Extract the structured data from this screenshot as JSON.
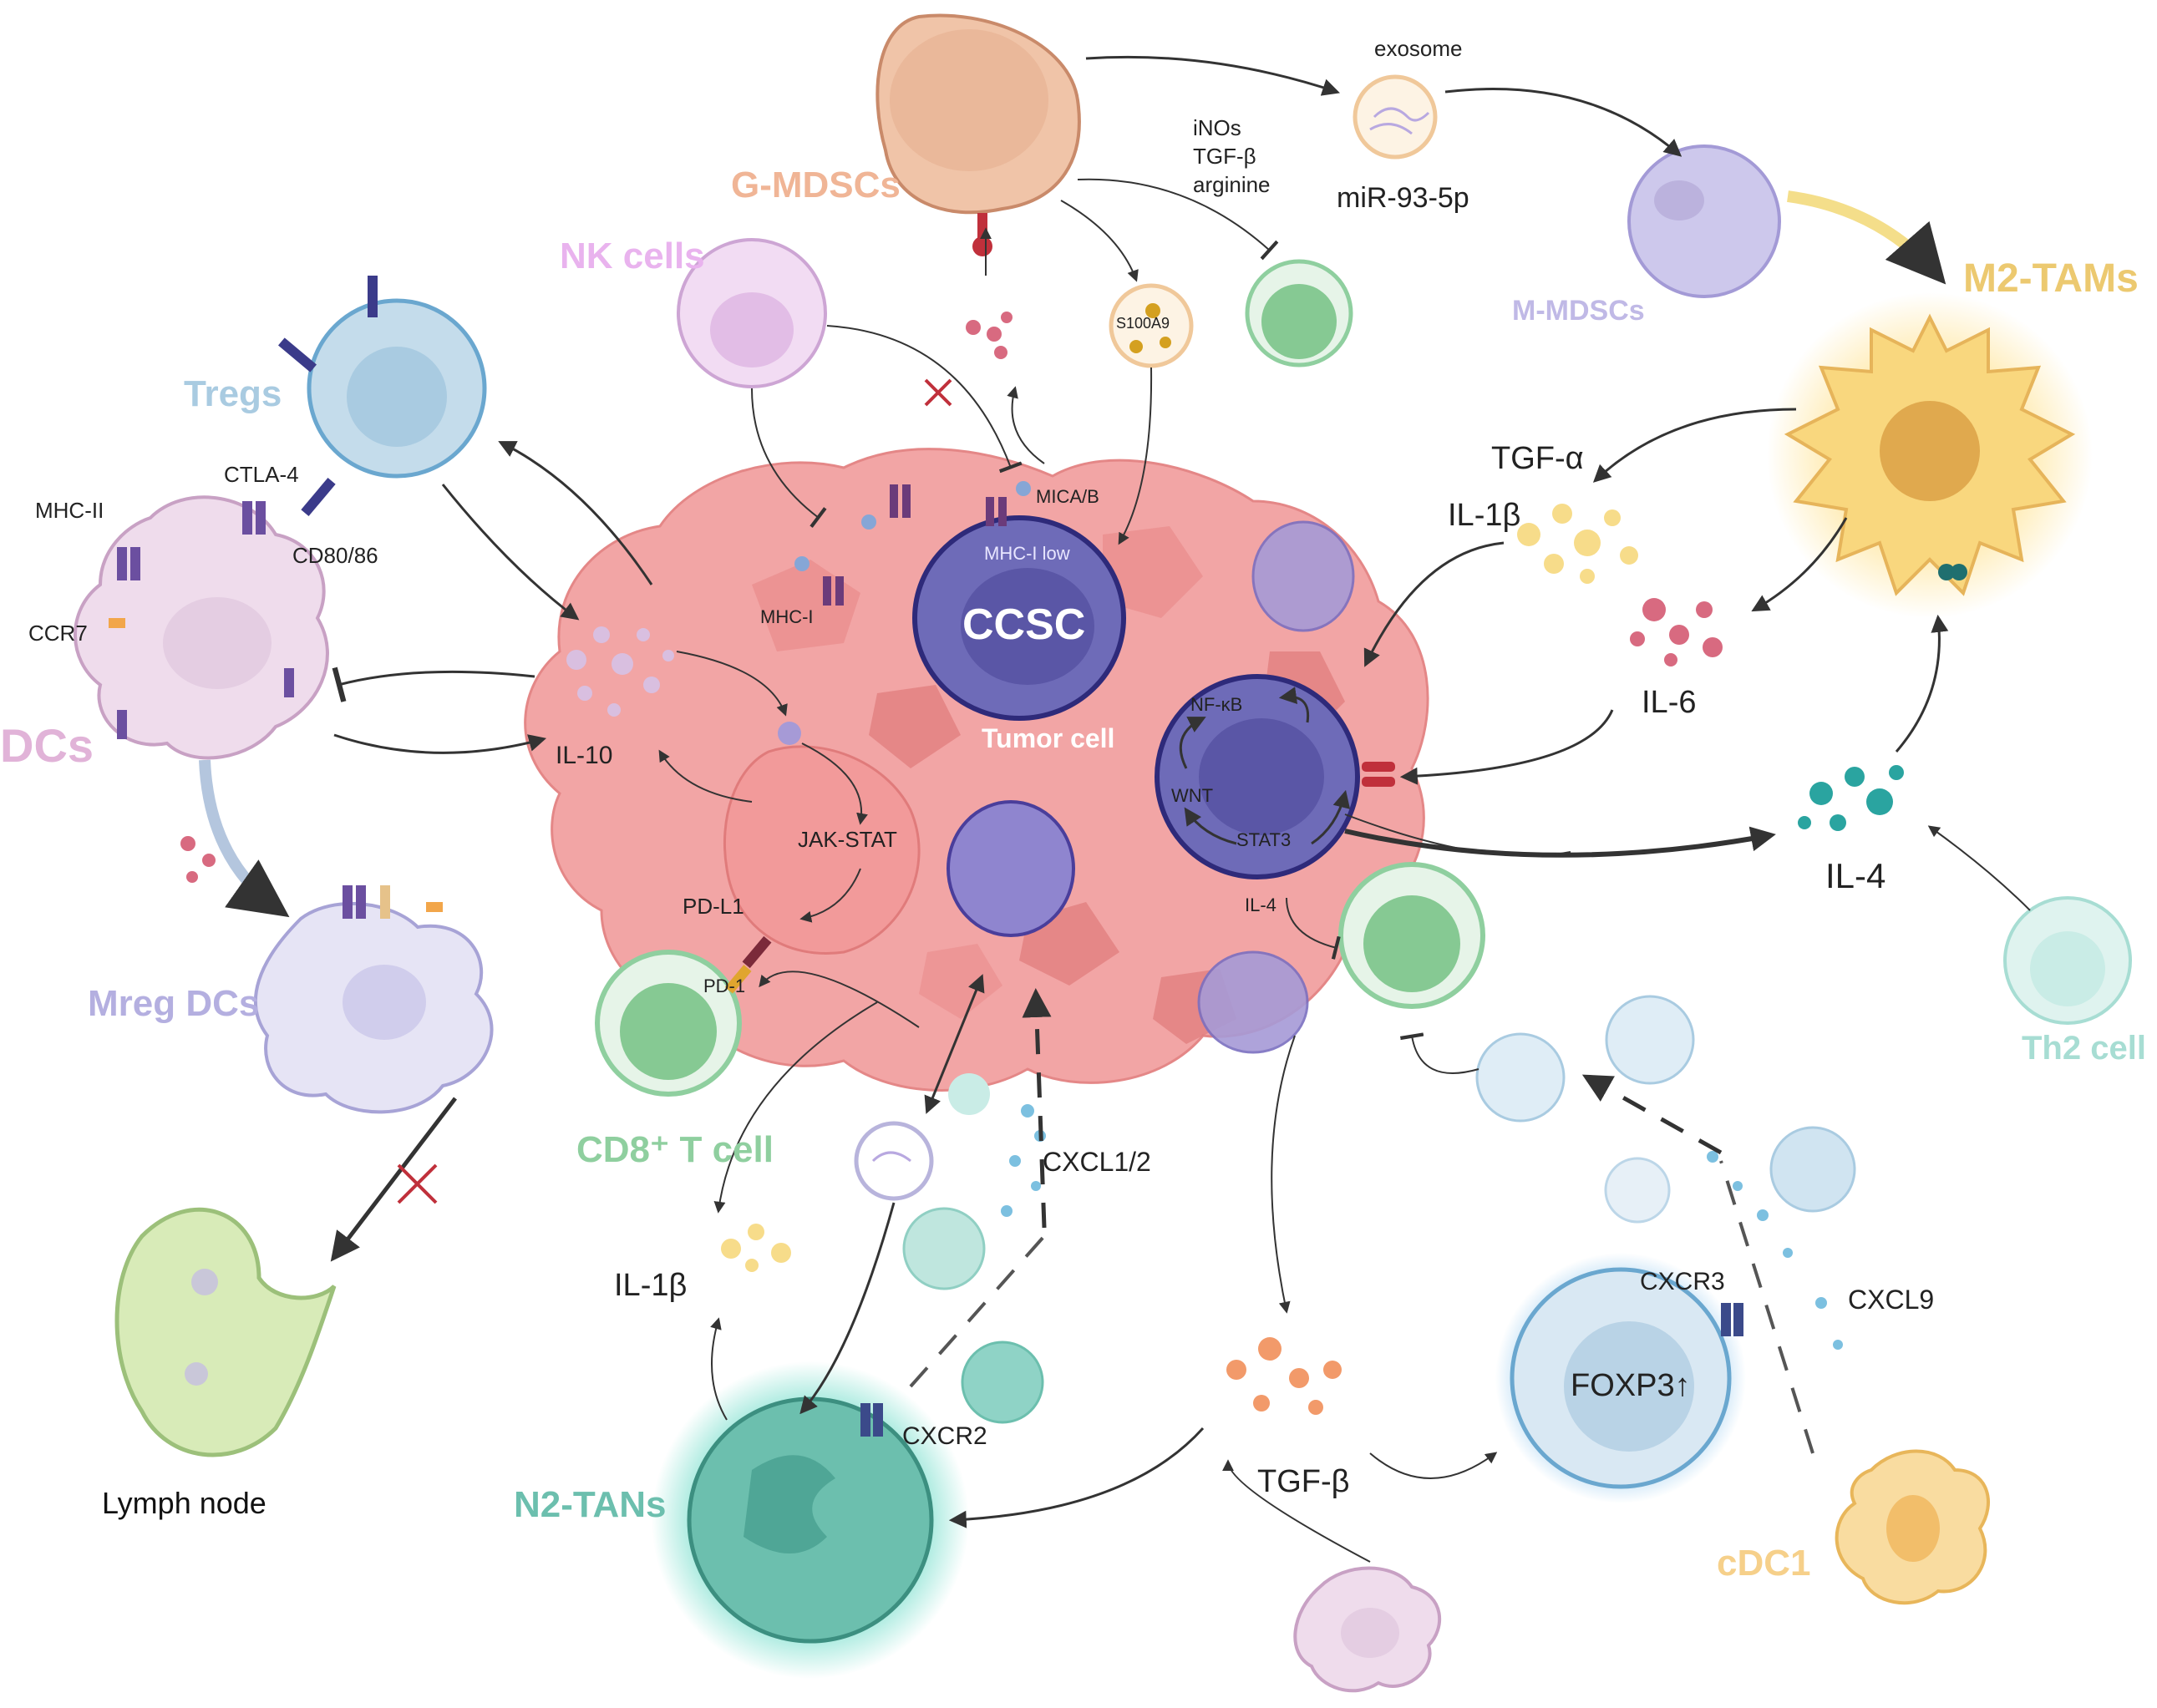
{
  "cells": {
    "g_mdscs": "G-MDSCs",
    "nk_cells": "NK cells",
    "tregs": "Tregs",
    "dcs": "DCs",
    "mreg_dcs": "Mreg DCs",
    "m_mdscs": "M-MDSCs",
    "m2_tams": "M2-TAMs",
    "cd8_t_cell": "CD8⁺ T cell",
    "n2_tans": "N2-TANs",
    "th2_cell": "Th2 cell",
    "cdc1": "cDC1",
    "lymph_node": "Lymph node",
    "ccsc": "CCSC",
    "tumor_cell": "Tumor cell"
  },
  "molecules": {
    "exosome": "exosome",
    "mir": "miR-93-5p",
    "inos": "iNOs",
    "tgfb_small": "TGF-β",
    "arginine": "arginine",
    "s100a9": "S100A9",
    "mica_b": "MICA/B",
    "mhc_i_low": "MHC-I low",
    "mhc_i": "MHC-I",
    "ctla4": "CTLA-4",
    "mhc_ii": "MHC-II",
    "cd80_86": "CD80/86",
    "ccr7": "CCR7",
    "il10": "IL-10",
    "tgfa": "TGF-α",
    "il1b_top": "IL-1β",
    "il6": "IL-6",
    "il4_big": "IL-4",
    "il4_small": "IL-4",
    "nfkb": "NF-κB",
    "wnt": "WNT",
    "stat3": "STAT3",
    "jak_stat": "JAK-STAT",
    "pd_l1": "PD-L1",
    "pd_1": "PD-1",
    "cxcl12": "CXCL1/2",
    "il1b_bottom": "IL-1β",
    "cxcr2": "CXCR2",
    "tgfb_bottom": "TGF-β",
    "cxcr3": "CXCR3",
    "cxcl9": "CXCL9",
    "foxp3": "FOXP3↑"
  },
  "colors": {
    "tumor": "#f2a5a5",
    "ccsc": "#6e6bb8",
    "g_mdsc": "#f0c4a8",
    "nk": "#e9c8ee",
    "treg": "#c4dceb",
    "dc": "#efdcec",
    "mreg": "#dcdaf0",
    "m_mdsc": "#cdc8ec",
    "m2": "#f7d98a",
    "cd8": "#8fcf9f",
    "tan": "#6cbfae",
    "th2": "#c9ece6",
    "cdc1": "#f9dca0",
    "lymph": "#d8ebb8",
    "foxp3": "#c8dfee"
  }
}
